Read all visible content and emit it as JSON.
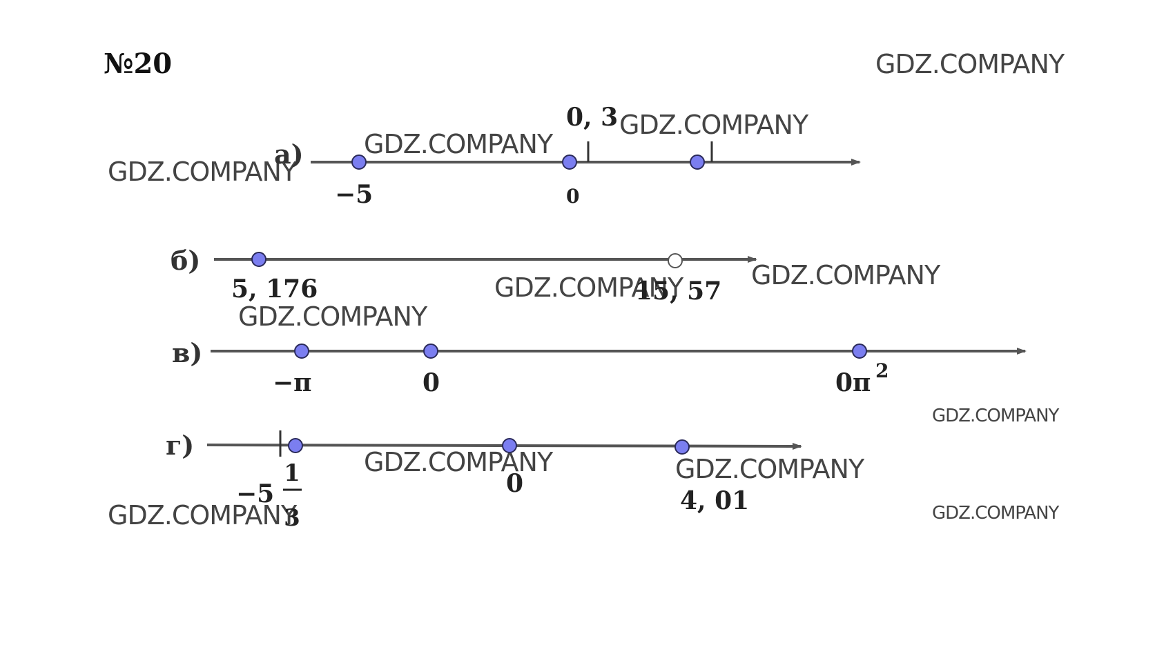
{
  "task": {
    "number": "№20"
  },
  "watermark_text": "GDZ.COMPANY",
  "colors": {
    "point": "#7b7ef0",
    "axis": "#555555",
    "text": "#222222"
  },
  "number_lines": [
    {
      "id": "a",
      "label": "а)",
      "points": [
        {
          "label": "−5",
          "filled": true
        },
        {
          "label": "0",
          "filled": true
        },
        {
          "label": "",
          "filled": true
        }
      ],
      "ticks": [
        {
          "label": "0, 3"
        },
        {
          "label": ""
        }
      ]
    },
    {
      "id": "b",
      "label": "б)",
      "points": [
        {
          "label": "5, 176",
          "filled": true
        },
        {
          "label": "15, 57",
          "filled": false
        }
      ]
    },
    {
      "id": "v",
      "label": "в)",
      "points": [
        {
          "label": "−π",
          "filled": true
        },
        {
          "label": "0",
          "filled": true
        },
        {
          "label": "0π",
          "superscript": "2",
          "filled": true
        }
      ]
    },
    {
      "id": "g",
      "label": "г)",
      "points": [
        {
          "label": "−5",
          "fraction": {
            "numerator": "1",
            "denominator": "3"
          },
          "filled": true
        },
        {
          "label": "0",
          "filled": true
        },
        {
          "label": "4, 01",
          "filled": true
        }
      ]
    }
  ]
}
